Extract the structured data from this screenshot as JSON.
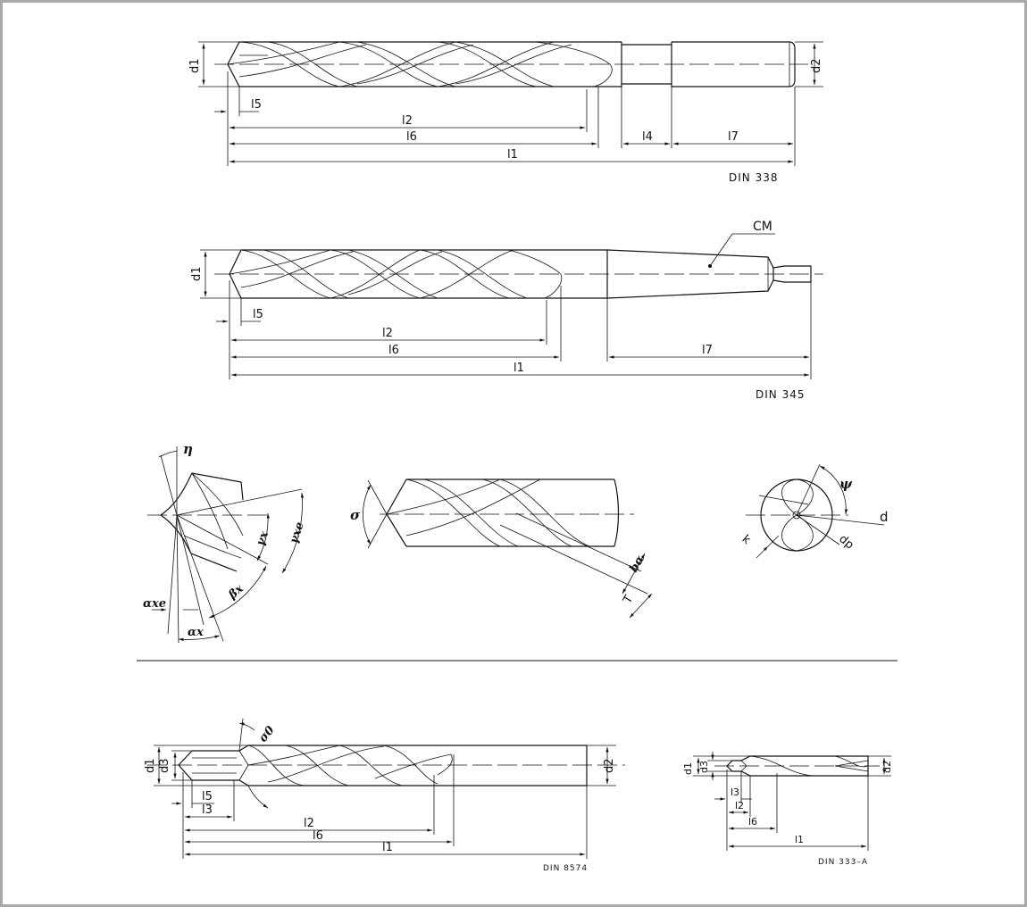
{
  "din338": {
    "standard": "DIN 338",
    "labels": {
      "d1": "d1",
      "d2": "d2",
      "l5": "l5",
      "l2": "l2",
      "l6": "l6",
      "l4": "l4",
      "l7": "l7",
      "l1": "l1"
    }
  },
  "din345": {
    "standard": "DIN 345",
    "labels": {
      "cm": "CM",
      "d1": "d1",
      "l5": "l5",
      "l2": "l2",
      "l6": "l6",
      "l7": "l7",
      "l1": "l1"
    }
  },
  "angles": {
    "eta": "η",
    "gamma_x": "γx",
    "gamma_xe": "γxe",
    "beta_x": "βx",
    "alpha_xe": "αxe",
    "alpha_x": "αx",
    "sigma": "σ",
    "b_alpha": "bα",
    "T": "T",
    "psi": "ψ",
    "d": "d",
    "dp": "dp",
    "k": "k"
  },
  "din8574": {
    "standard": "DIN 8574",
    "labels": {
      "d1": "d1",
      "d3": "d3",
      "d2": "d2",
      "sigma0": "σ0",
      "l5": "l5",
      "l3": "l3",
      "l2": "l2",
      "l6": "l6",
      "l1": "l1"
    }
  },
  "din333a": {
    "standard": "DIN 333–A",
    "labels": {
      "d1": "d1",
      "d3": "d3",
      "d2": "d2",
      "l3": "l3",
      "l2": "l2",
      "l6": "l6",
      "l1": "l1"
    }
  }
}
